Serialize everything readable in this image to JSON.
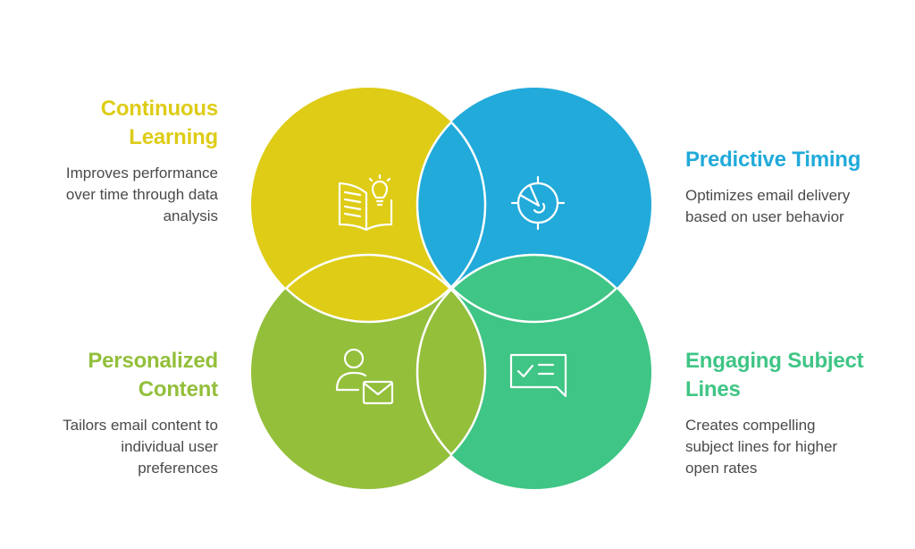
{
  "diagram": {
    "type": "four-circle venn",
    "colors": {
      "yellow": "#DECC17",
      "blue": "#21AADA",
      "olive": "#93BF3B",
      "green": "#3FC585",
      "outline": "#FFFFFF",
      "body_text": "#4A4A4A"
    },
    "items": [
      {
        "id": "continuous-learning",
        "title": "Continuous Learning",
        "title_lines": [
          "Continuous",
          "Learning"
        ],
        "description_lines": [
          "Improves performance",
          "over time through data",
          "analysis"
        ],
        "icon": "book-lightbulb-icon",
        "color": "#DECC17",
        "position": "top-left"
      },
      {
        "id": "predictive-timing",
        "title": "Predictive Timing",
        "title_lines": [
          "Predictive Timing"
        ],
        "description_lines": [
          "Optimizes email delivery",
          "based on user behavior"
        ],
        "icon": "radar-target-icon",
        "color": "#21AADA",
        "position": "top-right"
      },
      {
        "id": "personalized-content",
        "title": "Personalized Content",
        "title_lines": [
          "Personalized",
          "Content"
        ],
        "description_lines": [
          "Tailors email content to",
          "individual user",
          "preferences"
        ],
        "icon": "user-mail-icon",
        "color": "#93BF3B",
        "position": "bottom-left"
      },
      {
        "id": "engaging-subject-lines",
        "title": "Engaging Subject Lines",
        "title_lines": [
          "Engaging Subject",
          "Lines"
        ],
        "description_lines": [
          "Creates compelling",
          "subject lines for higher",
          "open rates"
        ],
        "icon": "chat-checklist-icon",
        "color": "#3FC585",
        "position": "bottom-right"
      }
    ]
  }
}
